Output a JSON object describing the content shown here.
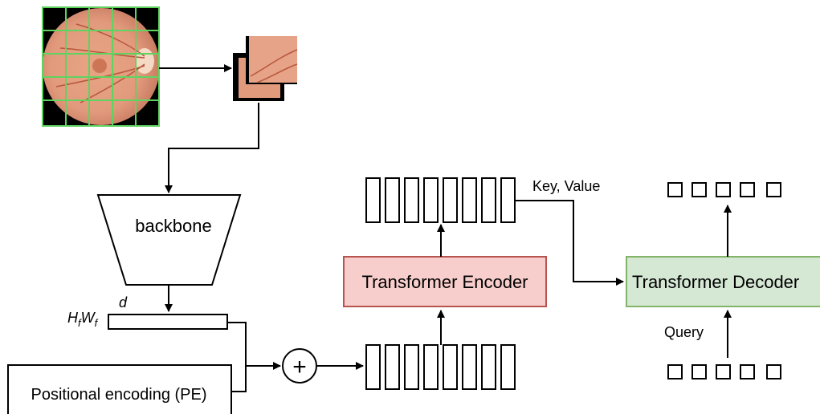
{
  "diagram": {
    "labels": {
      "backbone": "backbone",
      "d": "d",
      "hf": "H",
      "hf_sub": "f",
      "wf": "W",
      "wf_sub": "f",
      "positional_encoding": "Positional encoding (PE)",
      "plus": "+",
      "transformer_encoder": "Transformer Encoder",
      "transformer_decoder": "Transformer Decoder",
      "key_value": "Key, Value",
      "query": "Query"
    },
    "colors": {
      "grid_green": "#5fd35f",
      "encoder_fill": "#f8cecc",
      "encoder_stroke": "#b85450",
      "decoder_fill": "#d5e8d4",
      "decoder_stroke": "#82b366",
      "fundus": "#e29a7d",
      "fundus_dark": "#c56a4a",
      "stroke": "#000000"
    },
    "icons": {
      "fundus_image": "retina-fundus-image",
      "patch_stack": "image-patch-stack"
    },
    "token_counts": {
      "encoder_output": 8,
      "encoder_input": 8,
      "decoder_output": 5,
      "decoder_query": 5
    }
  }
}
